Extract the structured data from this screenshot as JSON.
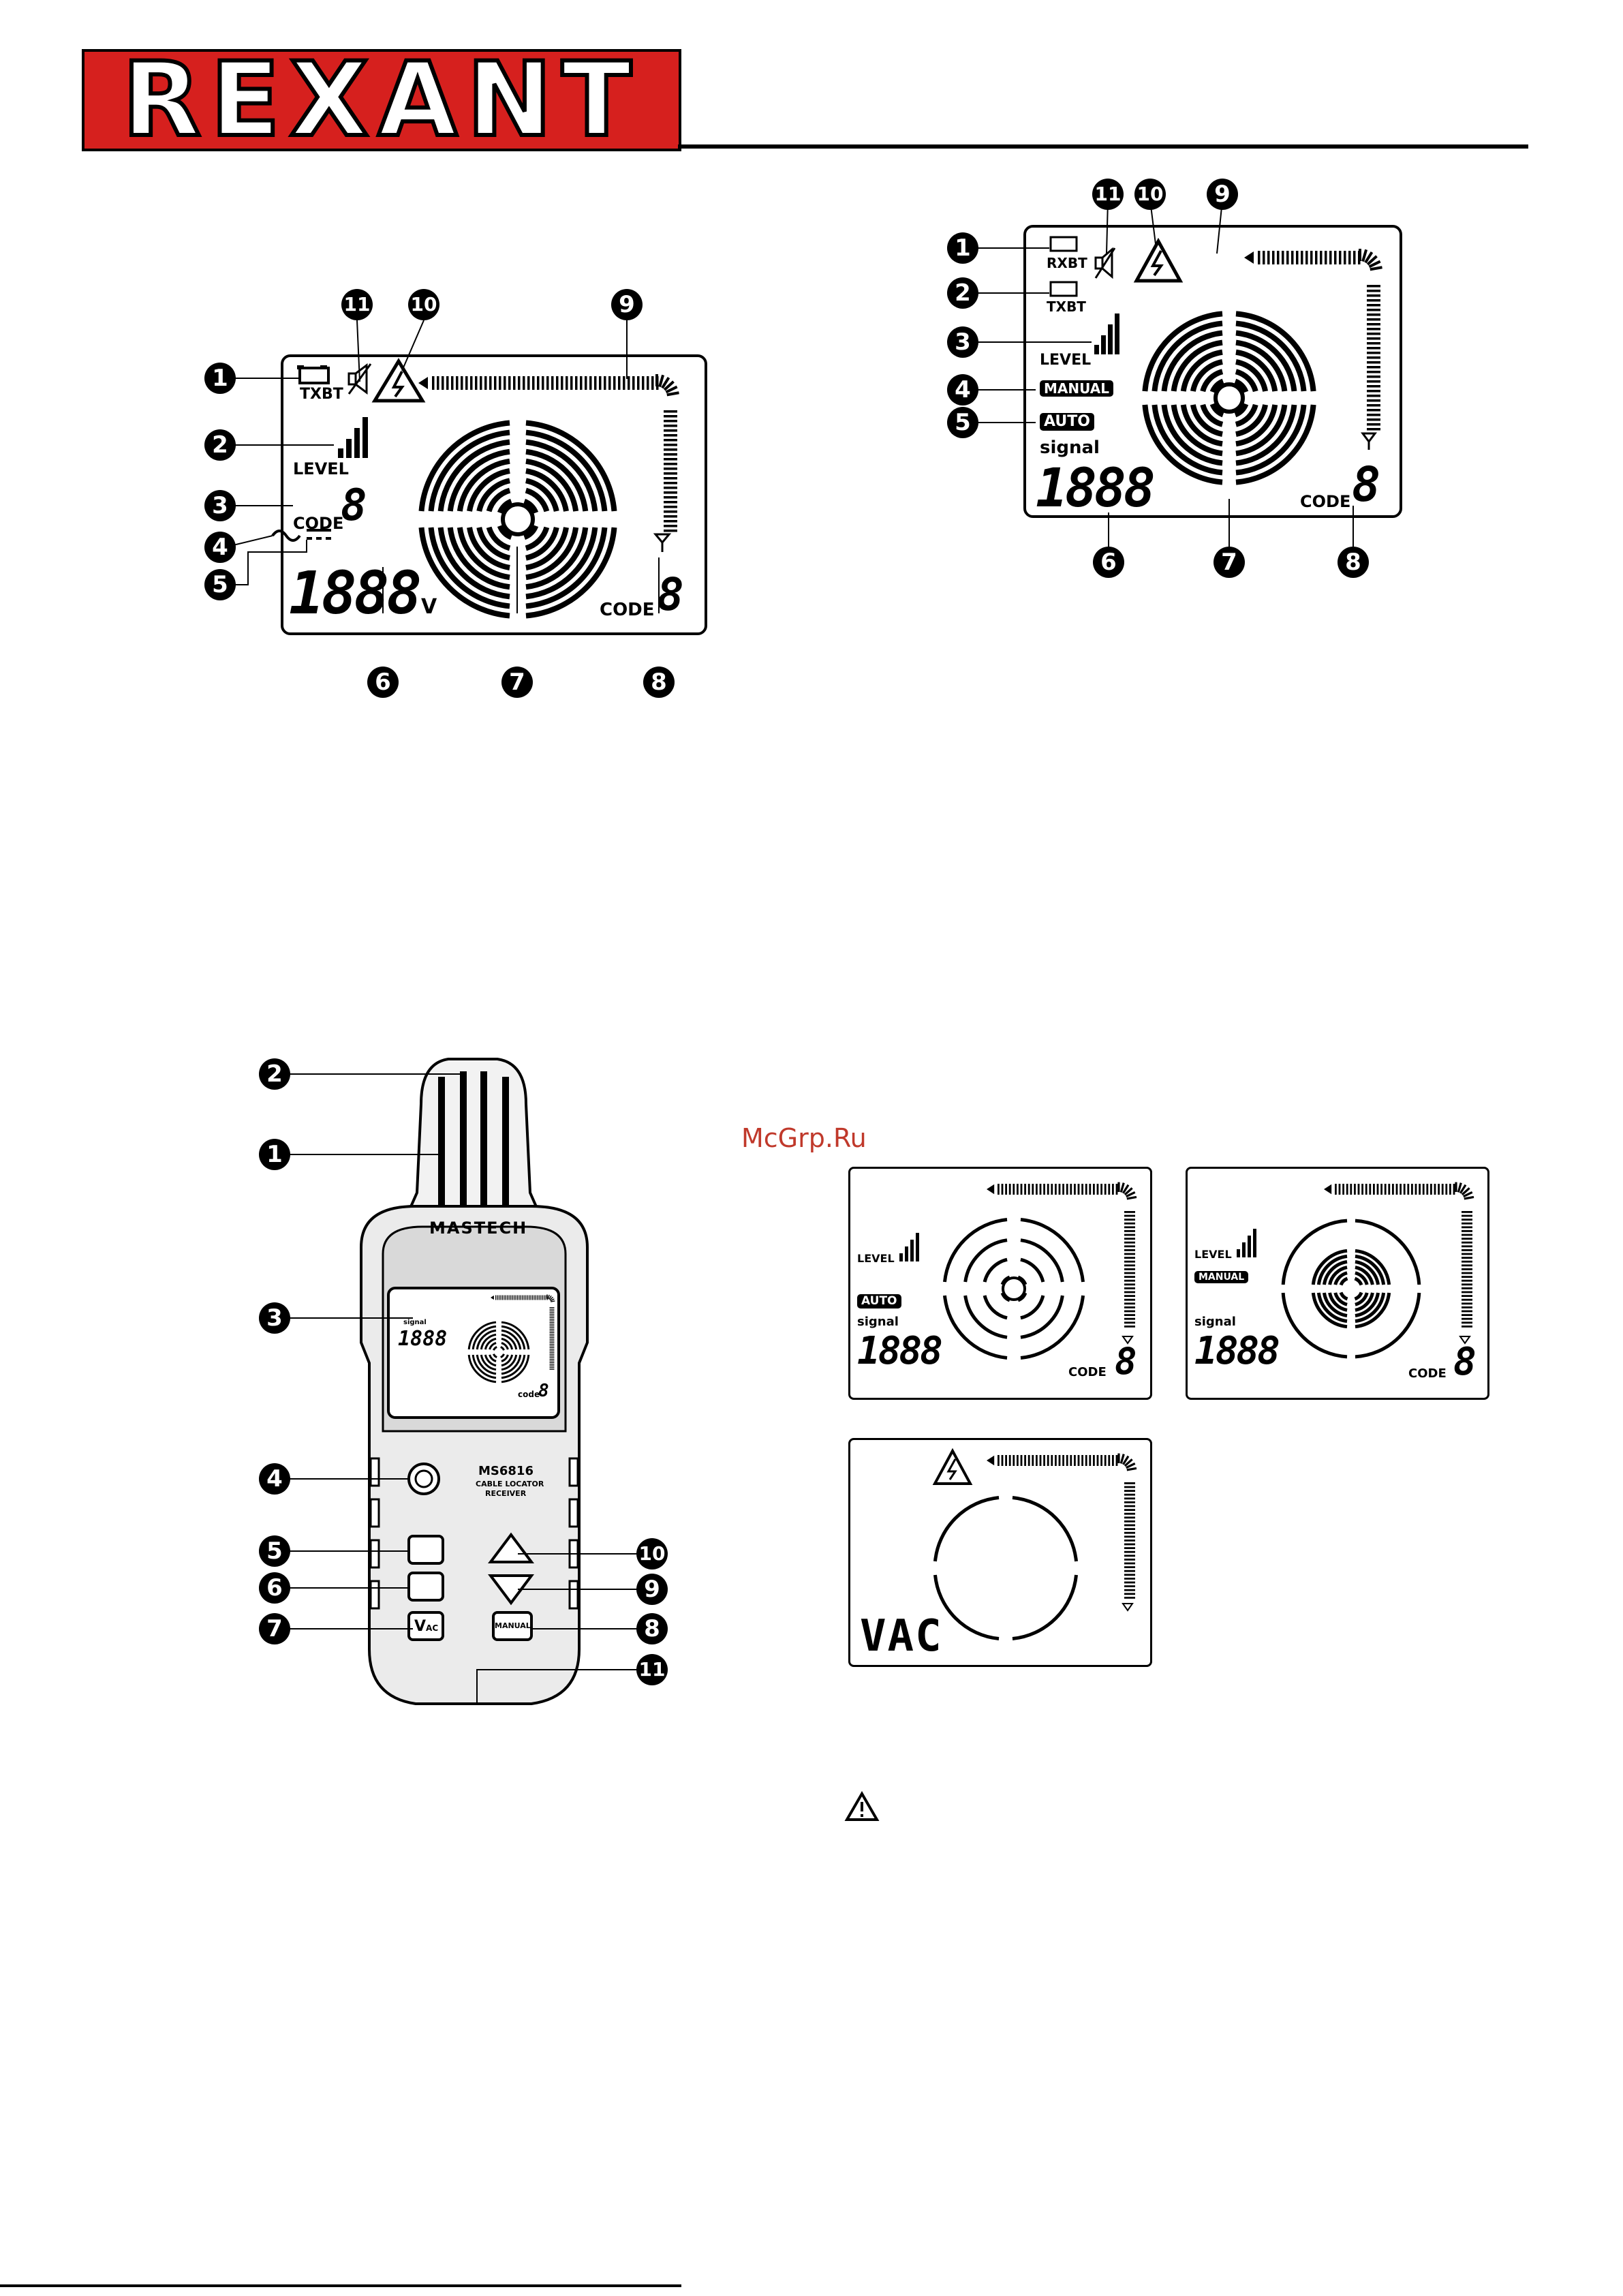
{
  "brand": {
    "logo_text": "REXANT",
    "brand_color": "#d6201e"
  },
  "watermark": "McGrp.Ru",
  "transmitter_lcd": {
    "batt_label": "TXBT",
    "level_label": "LEVEL",
    "code_label": "CODE",
    "code_digit": "8",
    "digits": "1888",
    "unit": "V",
    "code2_label": "CODE",
    "code2_digit": "8",
    "callouts": [
      "1",
      "2",
      "3",
      "4",
      "5",
      "6",
      "7",
      "8",
      "9",
      "10",
      "11"
    ]
  },
  "receiver_lcd": {
    "rxbt_label": "RXBT",
    "txbt_label": "TXBT",
    "level_label": "LEVEL",
    "manual_label": "MANUAL",
    "auto_label": "AUTO",
    "signal_label": "signal",
    "digits": "1888",
    "code_label": "CODE",
    "code_digit": "8",
    "callouts": [
      "1",
      "2",
      "3",
      "4",
      "5",
      "6",
      "7",
      "8",
      "9",
      "10",
      "11"
    ]
  },
  "device": {
    "brand": "MASTECH",
    "model": "MS6816",
    "subtitle1": "CABLE LOCATOR",
    "subtitle2": "RECEIVER",
    "mini_signal": "signal",
    "mini_digits": "1888",
    "mini_code": "code",
    "mini_code_digit": "8",
    "btn_manual": "MANUAL",
    "btn_vac": "V",
    "btn_vac_sub": "AC",
    "callouts": [
      "1",
      "2",
      "3",
      "4",
      "5",
      "6",
      "7",
      "8",
      "9",
      "10",
      "11"
    ]
  },
  "auto_lcd": {
    "level_label": "LEVEL",
    "mode": "AUTO",
    "signal_label": "signal",
    "digits": "1888",
    "code_label": "CODE",
    "code_digit": "8"
  },
  "manual_lcd": {
    "level_label": "LEVEL",
    "mode": "MANUAL",
    "signal_label": "signal",
    "digits": "1888",
    "code_label": "CODE",
    "code_digit": "8"
  },
  "vac_lcd": {
    "text": "VAC"
  }
}
